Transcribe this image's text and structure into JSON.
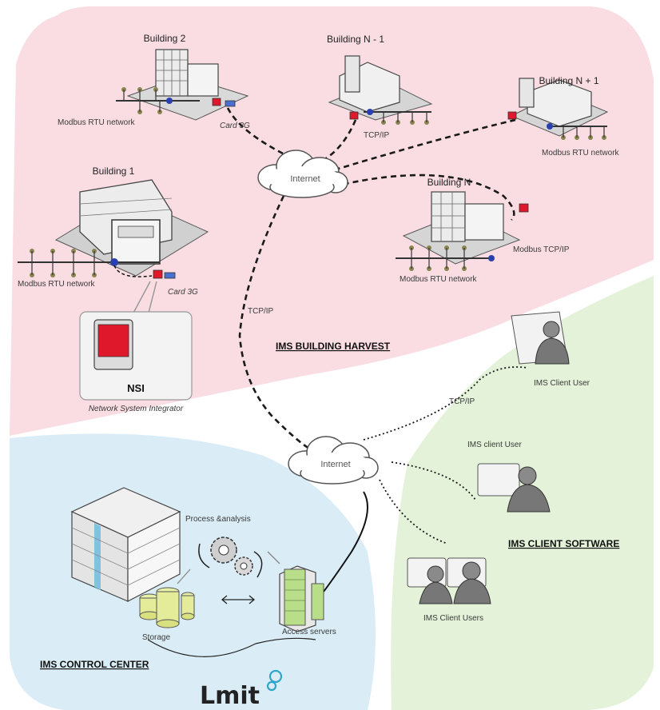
{
  "colors": {
    "harvest_zone": "#f9dde3",
    "client_zone": "#e3f2d8",
    "control_zone": "#daedf6",
    "bus_line": "#333333",
    "bus_node": "#8a8450",
    "network_node": "#2a3fb0",
    "modem_red": "#e0182c",
    "logo_accent": "#2fa6c9"
  },
  "zones": {
    "harvest": "IMS BUILDING HARVEST",
    "client": "IMS CLIENT SOFTWARE",
    "control": "IMS CONTROL CENTER"
  },
  "buildings": {
    "b2": {
      "name": "Building 2",
      "network": "Modbus RTU network",
      "card": "Card 3G"
    },
    "b_n_minus_1": {
      "name": "Building N - 1"
    },
    "b_n_plus_1": {
      "name": "Building N + 1",
      "network": "Modbus RTU network"
    },
    "b1": {
      "name": "Building 1",
      "network": "Modbus RTU network",
      "card": "Card 3G"
    },
    "bn": {
      "name": "Building N",
      "network": "Modbus RTU network",
      "tcp": "Modbus TCP/IP"
    }
  },
  "clouds": {
    "top": "Internet",
    "bottom": "Internet"
  },
  "links": {
    "tcp_top": "TCP/IP",
    "tcp_left": "TCP/IP",
    "tcp_client": "TCP/IP"
  },
  "nsi": {
    "title": "NSI",
    "subtitle": "Network System Integrator"
  },
  "clients": {
    "user_top": "IMS Client User",
    "user_mid": "IMS client User",
    "users_bottom": "IMS Client Users"
  },
  "control": {
    "process": "Process &analysis",
    "storage": "Storage",
    "access": "Access servers"
  },
  "logo": "Lmit"
}
